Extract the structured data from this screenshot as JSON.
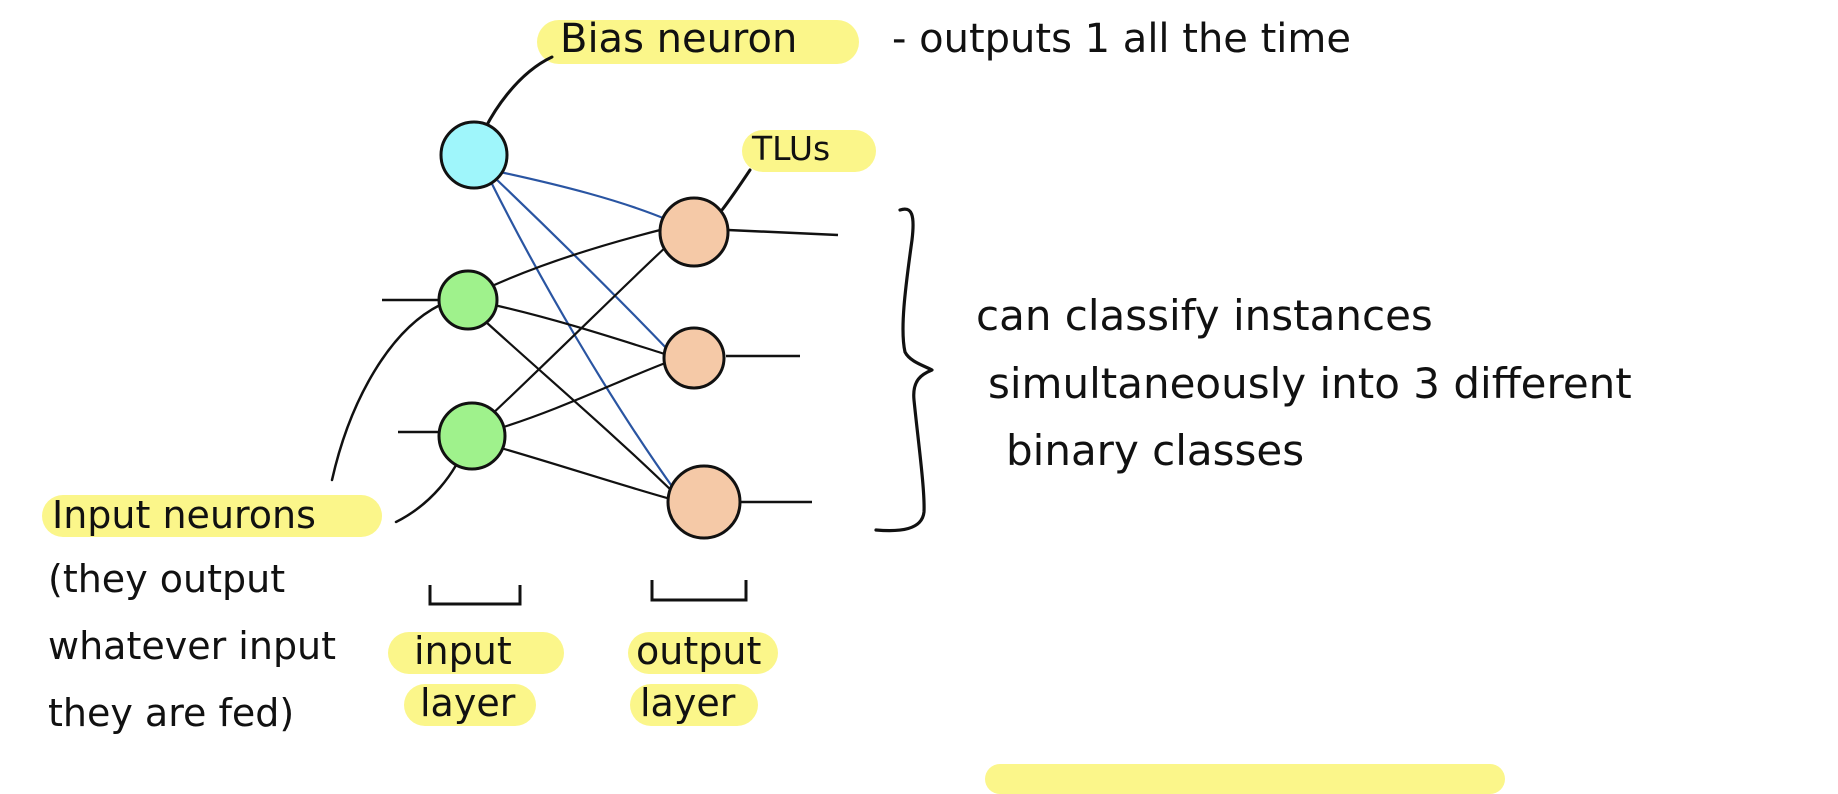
{
  "colors": {
    "highlight": "#fbf68a",
    "bias": "#9ff6fb",
    "input": "#9ff28c",
    "output": "#f5c9a7",
    "ink": "#111111",
    "blue_line": "#2a55a2"
  },
  "labels": {
    "bias_neuron": "Bias neuron",
    "bias_desc": "- outputs 1 all the time",
    "tlus": "TLUs",
    "classify": [
      "can  classify  instances",
      "simultaneously into 3 different",
      "binary classes"
    ],
    "input_neurons": "Input neurons",
    "input_desc": [
      "(they output",
      "whatever input",
      "they are fed)"
    ],
    "input_layer": [
      "input",
      "layer"
    ],
    "output_layer": [
      "output",
      "layer"
    ]
  }
}
